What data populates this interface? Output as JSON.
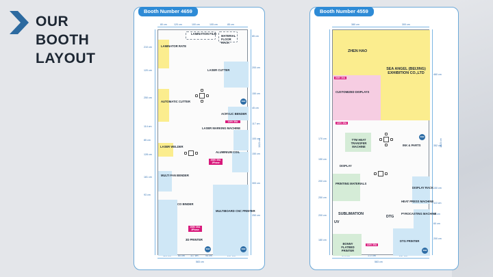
{
  "slide": {
    "title_lines": [
      "OUR",
      "BOOTH",
      "LAYOUT"
    ],
    "accent_color": "#2c6aa0",
    "panel_border_color": "#6aa8d8",
    "tag_color": "#2e8bd6"
  },
  "booth_a": {
    "tag": "Booth Number 4659",
    "top_dims": [
      "80 cm",
      "120 cm",
      "100 cm",
      "105 cm",
      "85 cm"
    ],
    "bottom_dims": [
      "120 cm",
      "60 cm",
      "117 cm",
      "95 cm",
      "217 cm"
    ],
    "total_width": "583 cm",
    "total_height": "1323 cm",
    "left_dims": [
      "210 cm",
      "120 cm",
      "250 cm",
      "114 cm",
      "85 cm",
      "128 cm",
      "181 cm",
      "93 cm"
    ],
    "right_dims": [
      "85 cm",
      "200 cm",
      "150 cm",
      "45 cm",
      "117 cm",
      "100 cm",
      "150 cm",
      "300 cm",
      "250 cm"
    ],
    "blocks": {
      "lamination_film": "LAMINATION FILM",
      "material_floor_rack": "MATERIAL FLOOR RACK",
      "laminator_rate": "LAMINATOR RATE",
      "laser_cutter": "LASER CUTTER",
      "automatic_cutter": "AUTOMATIC CUTTER",
      "acrylic_bender": "ACRYLIC BENDER",
      "laser_marking_machine": "LASER MARKING MACHINE",
      "laser_welder": "LASER WELDER",
      "aluminium_coil": "ALUMINIUM COIL",
      "multi_fan_bender": "MULTI FAN BENDER",
      "co_binder": "CO BINDER",
      "multiboard_cnc_printer": "MULTIBOARD CNC PRINTER",
      "printer_3d": "3D PRINTER"
    },
    "badges": [
      "120V 35A",
      "208V 35A 1Phase",
      "208V 30A 3Phase"
    ],
    "logo_text": "SIGN"
  },
  "booth_b": {
    "tag": "Booth Number 4559",
    "top_dims": [
      "380 cm",
      "300 cm"
    ],
    "bottom_dims": [
      "170 cm",
      "172 cm",
      "237 cm"
    ],
    "total_width": "583 cm",
    "total_height": "1323 cm",
    "left_dims": [
      "170 cm",
      "150 cm",
      "200 cm",
      "250 cm",
      "200 cm",
      "180 cm"
    ],
    "right_dims": [
      "460 cm",
      "352 cm",
      "150 cm",
      "110 cm",
      "60 cm",
      "60 cm",
      "200 cm"
    ],
    "blocks": {
      "zhen_hao": "ZHEN HAO",
      "sea_angel": "SEA ANGEL (BEIJING) EXHIBITION CO.,LTD",
      "customized_displays": "CUSTOMIZED DISPLAYS",
      "heat_transfer_machine": "TTM HEAT TRANSFER MACHINE",
      "ink_parts": "INK & PARTS",
      "display": "DISPLAY",
      "printing_materials": "PRINTING MATERIALS",
      "display_rack": "DISPLAY RACK",
      "heat_press_machine": "HEAT PRESS MACHINE",
      "sublimation": "SUBLIMATION",
      "pyrocasting": "PYROCASTING MACHINE",
      "dtg": "DTG",
      "uv": "UV",
      "bonny_flatbed": "BONNY FLATBED PRINTER",
      "dtg_printer": "DTG PRINTER"
    },
    "badges": [
      "208V 30A",
      "120V 35A",
      "120V 35A"
    ],
    "logo_text": "SIGN"
  }
}
